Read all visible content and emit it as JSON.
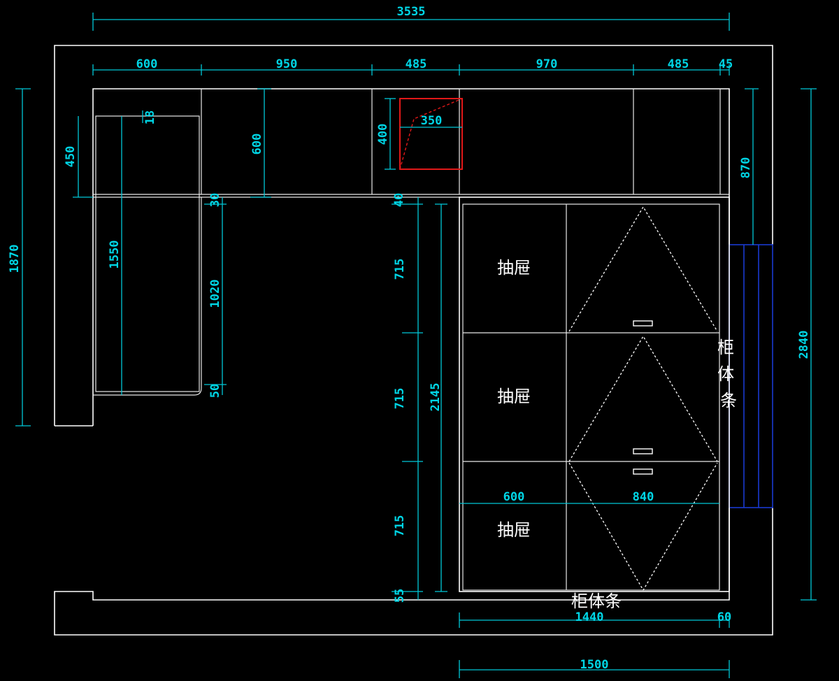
{
  "dimensions": {
    "total_width": "3535",
    "seg_600": "600",
    "seg_950": "950",
    "seg_485a": "485",
    "seg_970": "970",
    "seg_485b": "485",
    "seg_45": "45",
    "left_height": "1870",
    "right_height": "2840",
    "right_870": "870",
    "upper_450": "450",
    "upper_18": "18",
    "upper_600": "600",
    "box_400": "400",
    "box_350": "350",
    "col_1550": "1550",
    "col_30": "30",
    "col_1020": "1020",
    "col_50": "50",
    "v_40": "40",
    "v_715a": "715",
    "v_715b": "715",
    "v_715c": "715",
    "v_55": "55",
    "v_2145": "2145",
    "w_600": "600",
    "w_840": "840",
    "bottom_1440": "1440",
    "bottom_60": "60",
    "bottom_1500": "1500"
  },
  "labels": {
    "drawer_1": "抽屉",
    "drawer_2": "抽屉",
    "drawer_3": "抽屉",
    "side_strip": "柜体条",
    "bottom_strip": "柜体条"
  },
  "colors": {
    "background": "#000000",
    "line": "#ffffff",
    "dimension": "#00c8d8",
    "highlight": "#e01818",
    "window": "#1a3ad0"
  }
}
